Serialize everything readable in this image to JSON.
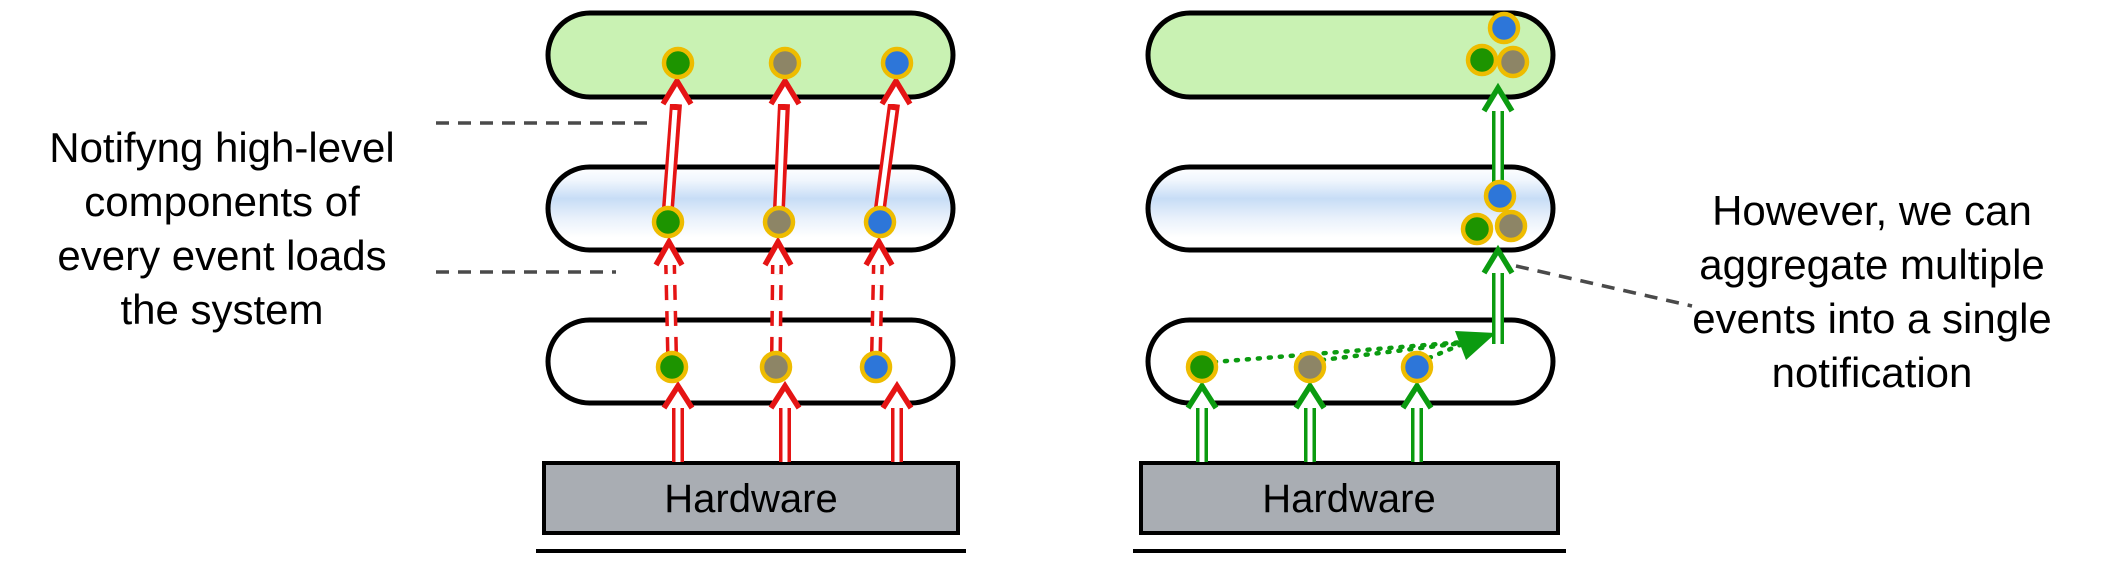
{
  "annotations": {
    "left": {
      "lines": [
        "Notifyng high-level",
        "components of",
        "every event loads",
        "the system"
      ]
    },
    "right": {
      "lines": [
        "However, we can",
        "aggregate multiple",
        "events into a single",
        "notification"
      ]
    }
  },
  "left_diagram": {
    "hardware_label": "Hardware"
  },
  "right_diagram": {
    "hardware_label": "Hardware"
  },
  "colors": {
    "red_arrow": "#e51414",
    "green_arrow": "#0b9b10",
    "dot_green": "#1d9400",
    "dot_gray": "#8d8566",
    "dot_blue": "#2d76d9",
    "dot_ring": "#eebc00",
    "layer_top_fill": "#c9f2b3",
    "layer_mid_band": "#c7ddf6",
    "hardware_fill": "#a9adb3",
    "annotation_dash": "#4a4a4a",
    "outline": "#000000"
  }
}
